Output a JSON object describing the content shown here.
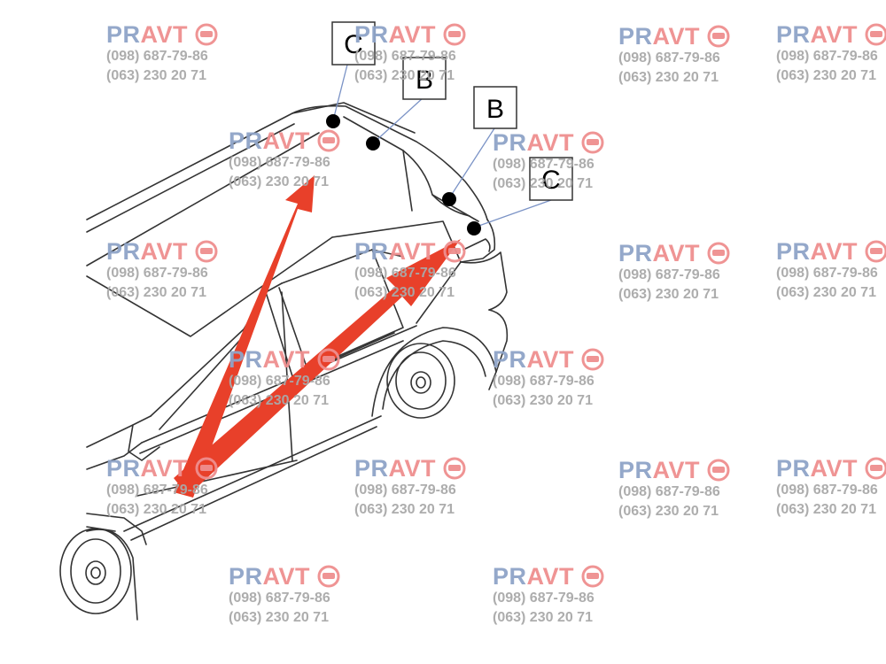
{
  "callouts": [
    {
      "label": "C"
    },
    {
      "label": "B"
    },
    {
      "label": "B"
    },
    {
      "label": "C"
    }
  ],
  "watermark": {
    "brand_part1": "PR",
    "brand_part2": "AVT",
    "phone1": "(098) 687-79-86",
    "phone2": "(063) 230 20 71",
    "colors": {
      "pr": "#8fa4c8",
      "avt": "#ef8f8f",
      "phone": "#a9a9a9"
    }
  },
  "colors": {
    "arrow": "#e8402a",
    "line": "#333333",
    "leader": "#7b93c6"
  }
}
